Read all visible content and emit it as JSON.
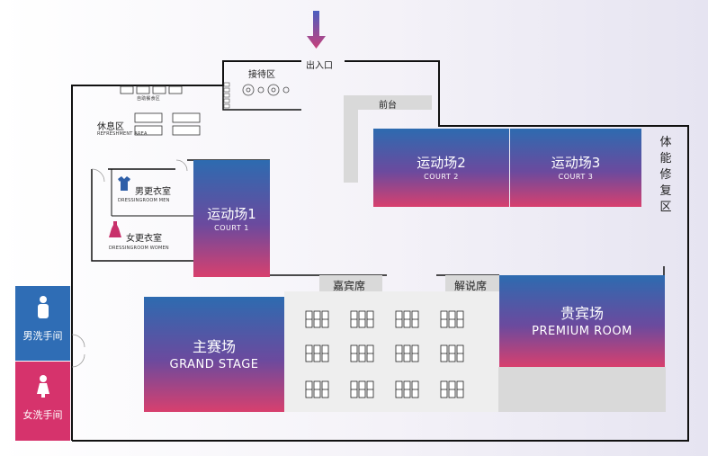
{
  "entrance": {
    "label": "出入口"
  },
  "reception": {
    "label": "接待区"
  },
  "front_desk": {
    "label": "前台"
  },
  "lounge": {
    "label": "休息区",
    "label_en": "REFRESHMENT AREA",
    "food_label": "自助餐食区"
  },
  "dressing_men": {
    "label": "男更衣室",
    "label_en": "DRESSINGROOM MEN"
  },
  "dressing_women": {
    "label": "女更衣室",
    "label_en": "DRESSINGROOM WOMEN"
  },
  "court1": {
    "label": "运动场1",
    "label_en": "COURT 1"
  },
  "court2": {
    "label": "运动场2",
    "label_en": "COURT 2"
  },
  "court3": {
    "label": "运动场3",
    "label_en": "COURT 3"
  },
  "recovery": {
    "label": "体能修复区"
  },
  "vip_seats": {
    "label": "嘉宾席"
  },
  "commentary": {
    "label": "解说席"
  },
  "grand_stage": {
    "label": "主赛场",
    "label_en": "GRAND STAGE"
  },
  "premium_room": {
    "label": "贵宾场",
    "label_en": "PREMIUM ROOM"
  },
  "restroom_men": {
    "label": "男洗手间"
  },
  "restroom_women": {
    "label": "女洗手间"
  },
  "colors": {
    "court_top": "#2d6bb0",
    "court_bottom": "#d8406e",
    "restroom_men": "#2f6db5",
    "restroom_women": "#d6336c",
    "wall": "#111111",
    "gray_zone": "#d9d9d9",
    "arrow": "#5a5ab8"
  }
}
